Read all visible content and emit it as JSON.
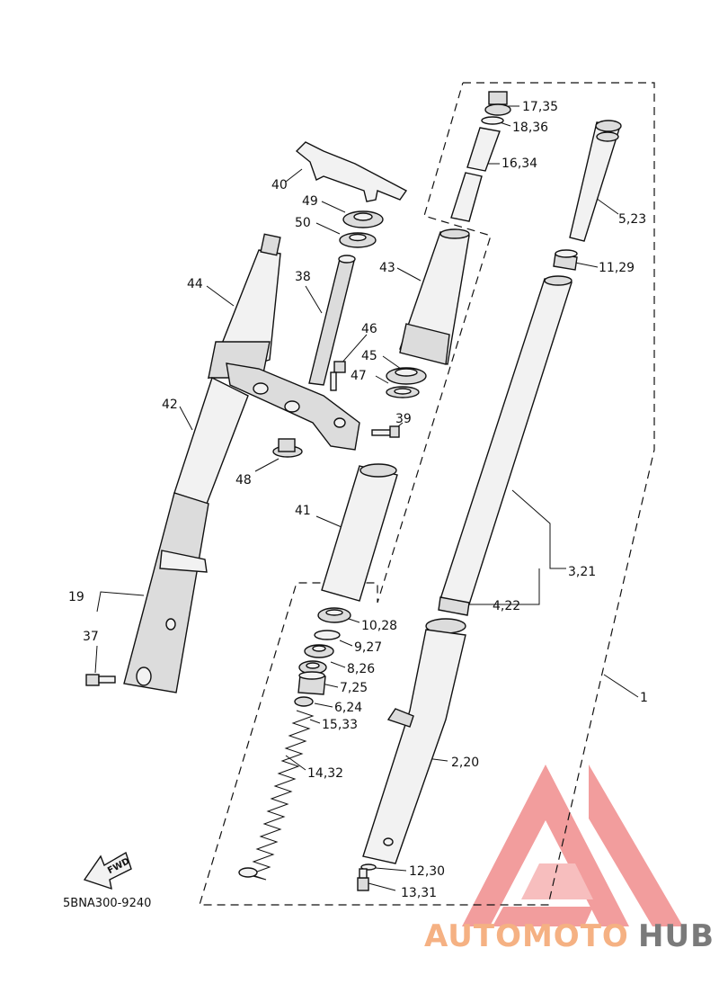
{
  "diagram_code": "5BNA300-9240",
  "fwd_label": "FWD",
  "watermark": {
    "part1": "AUTOMOTO",
    "part2": "HUB",
    "color1": "#f5b183",
    "color2": "#7a7a7a",
    "logo_color": "#f08c8c"
  },
  "callouts": {
    "c1": "1",
    "c2": "2,20",
    "c3": "3,21",
    "c4": "4,22",
    "c5": "5,23",
    "c6": "6,24",
    "c7": "7,25",
    "c8": "8,26",
    "c9": "9,27",
    "c10": "10,28",
    "c11": "11,29",
    "c12": "12,30",
    "c13": "13,31",
    "c14": "14,32",
    "c15": "15,33",
    "c16": "16,34",
    "c17": "17,35",
    "c18": "18,36",
    "c19": "19",
    "c37": "37",
    "c38": "38",
    "c39": "39",
    "c40": "40",
    "c41": "41",
    "c42": "42",
    "c43": "43",
    "c44": "44",
    "c45": "45",
    "c46": "46",
    "c47": "47",
    "c48": "48",
    "c49": "49",
    "c50": "50"
  }
}
